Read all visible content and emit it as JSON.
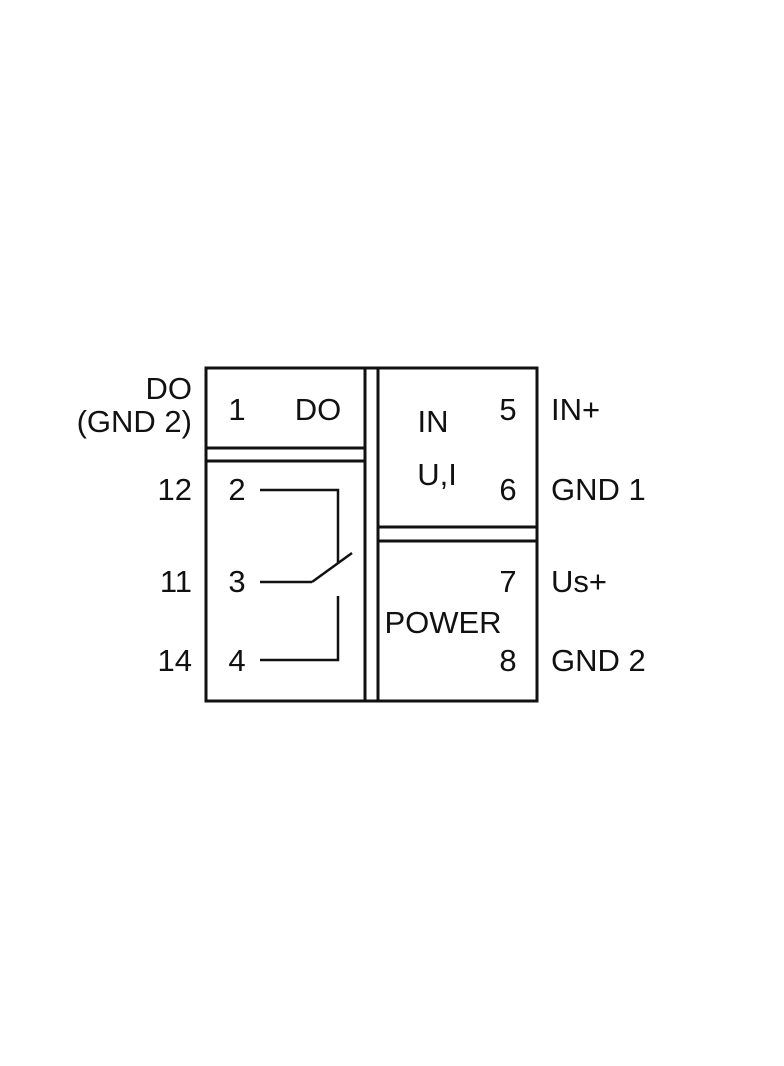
{
  "external_labels": {
    "do_line1": "DO",
    "do_line2": "(GND 2)",
    "t12": "12",
    "t11": "11",
    "t14": "14",
    "in_plus": "IN+",
    "gnd1": "GND 1",
    "us_plus": "Us+",
    "gnd2": "GND 2"
  },
  "terminals": {
    "t1": "1",
    "t2": "2",
    "t3": "3",
    "t4": "4",
    "t5": "5",
    "t6": "6",
    "t7": "7",
    "t8": "8"
  },
  "blocks": {
    "do_label": "DO",
    "in_label": "IN",
    "ui_label": "U,I",
    "power_label": "POWER"
  }
}
